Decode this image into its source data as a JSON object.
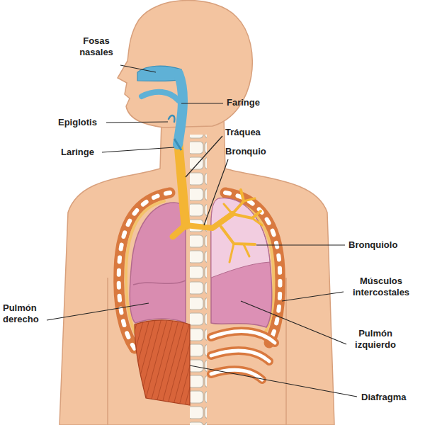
{
  "diagram": {
    "labels": [
      "Fosas nasales",
      "Faringe",
      "Epiglotis",
      "Tráquea",
      "Laringe",
      "Bronquio",
      "Bronquiolo",
      "Músculos intercostales",
      "Pulmón derecho",
      "Pulmón izquierdo",
      "Diafragma"
    ]
  }
}
